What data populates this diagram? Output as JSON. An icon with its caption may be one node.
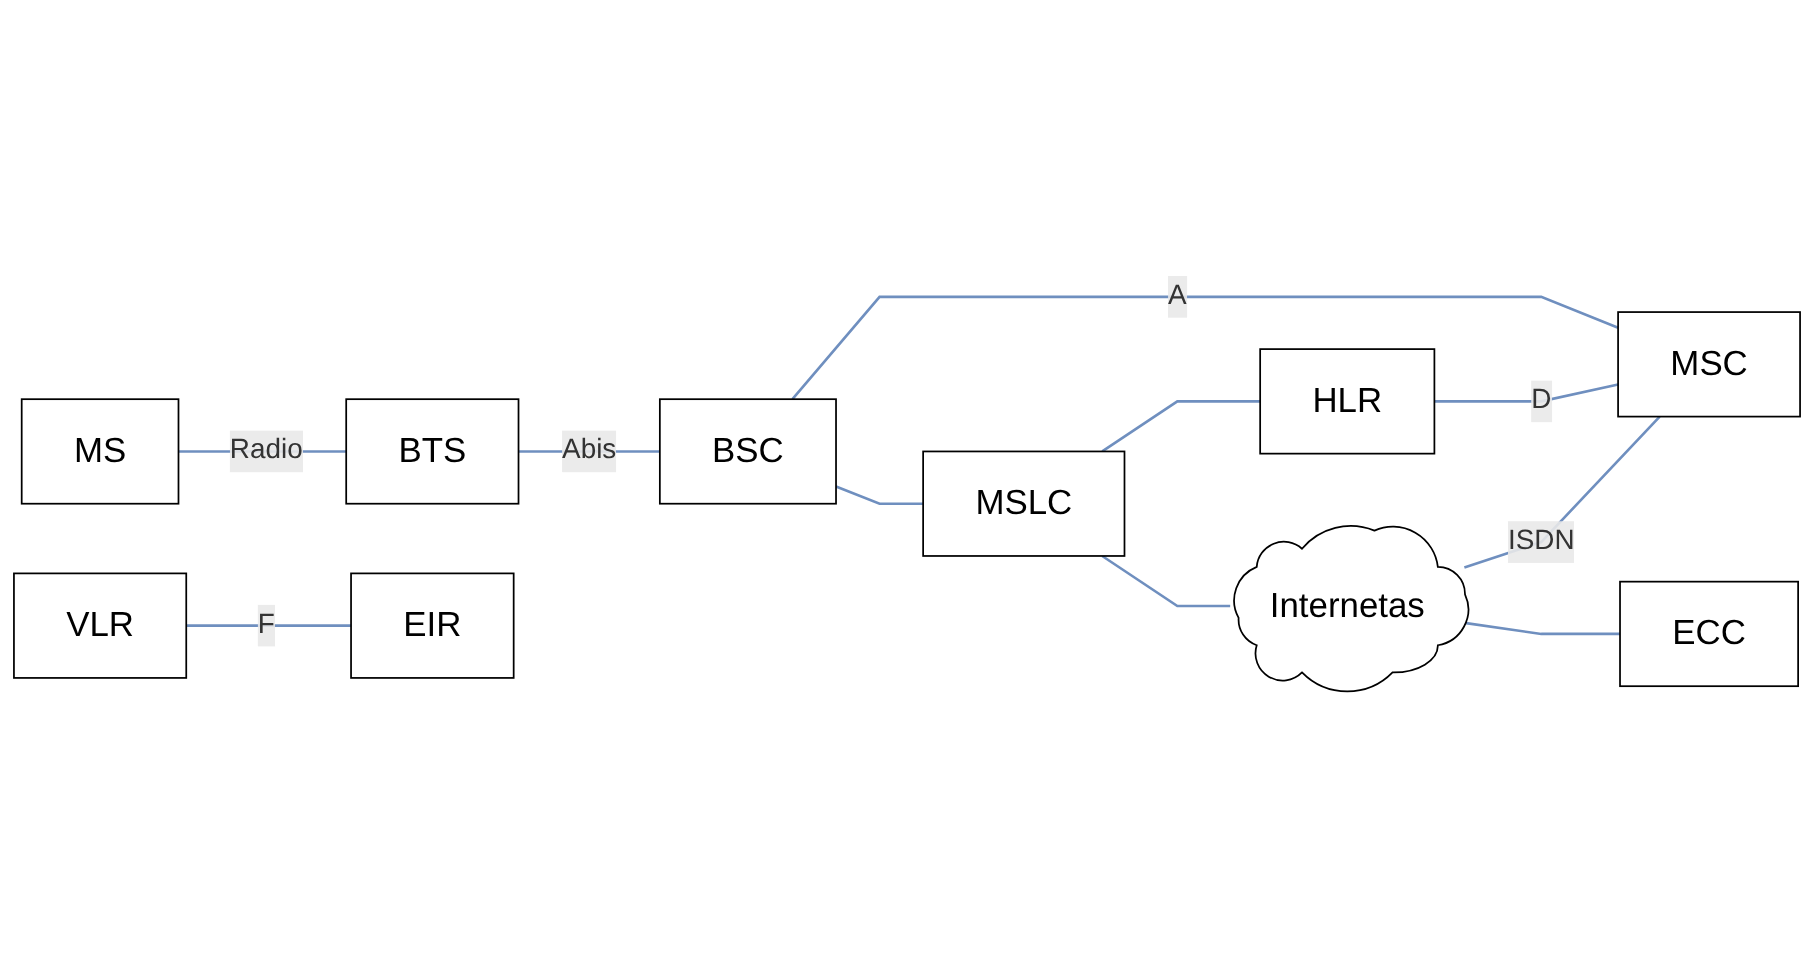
{
  "diagram": {
    "nodes": [
      {
        "text": [
          "MS"
        ]
      },
      {
        "text": [
          "BTS"
        ]
      },
      {
        "text": [
          "BSC"
        ]
      },
      {
        "text": [
          "MSLC"
        ]
      },
      {
        "text": [
          "HLR"
        ]
      },
      {
        "text": [
          "MSC"
        ]
      },
      {
        "text": [
          "VLR"
        ]
      },
      {
        "text": [
          "EIR"
        ]
      },
      {
        "text": [
          "Internetas"
        ]
      },
      {
        "text": [
          "ECC"
        ]
      }
    ],
    "edges": [
      {
        "from": 0,
        "to": 1,
        "arrow": "none",
        "label": "Radio"
      },
      {
        "from": 1,
        "to": 2,
        "arrow": "none",
        "label": "Abis"
      },
      {
        "from": 2,
        "to": 5,
        "arrow": "none",
        "label": "A"
      },
      {
        "from": 2,
        "to": 3,
        "arrow": "none"
      },
      {
        "from": 3,
        "to": 4,
        "arrow": "none"
      },
      {
        "from": 4,
        "to": 5,
        "arrow": "none",
        "label": "D"
      },
      {
        "from": 6,
        "to": 7,
        "arrow": "none",
        "label": "F"
      },
      {
        "from": 3,
        "to": 8,
        "arrow": "none"
      },
      {
        "from": 8,
        "to": 5,
        "arrow": "none",
        "label": "ISDN"
      },
      {
        "from": 8,
        "to": 9,
        "arrow": "none"
      }
    ]
  }
}
